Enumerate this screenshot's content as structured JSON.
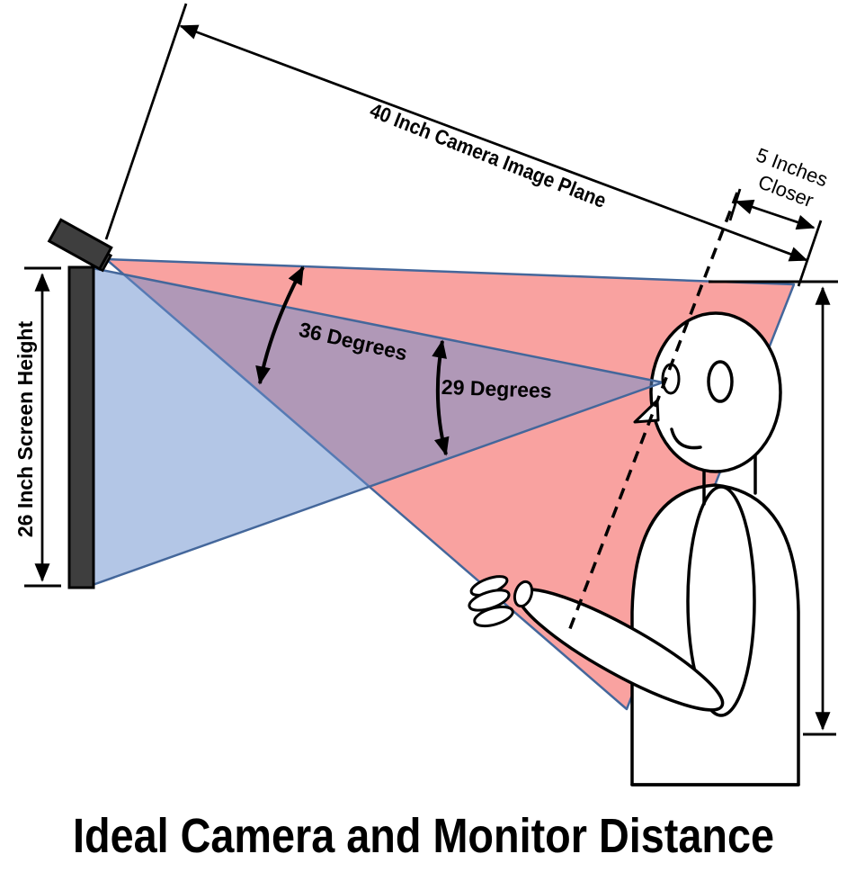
{
  "title": "Ideal Camera and Monitor Distance",
  "labels": {
    "image_plane": "40 Inch Camera Image Plane",
    "closer_line1": "5 Inches",
    "closer_line2": "Closer",
    "camera_angle": "36 Degrees",
    "monitor_angle": "29 Degrees",
    "screen_height": "26 Inch Screen Height"
  },
  "colors": {
    "camera_cone": "#F9A2A0",
    "monitor_cone": "#688ECD",
    "cone_border": "#44679B",
    "device": "#3E3E3E",
    "ink": "#000000"
  }
}
